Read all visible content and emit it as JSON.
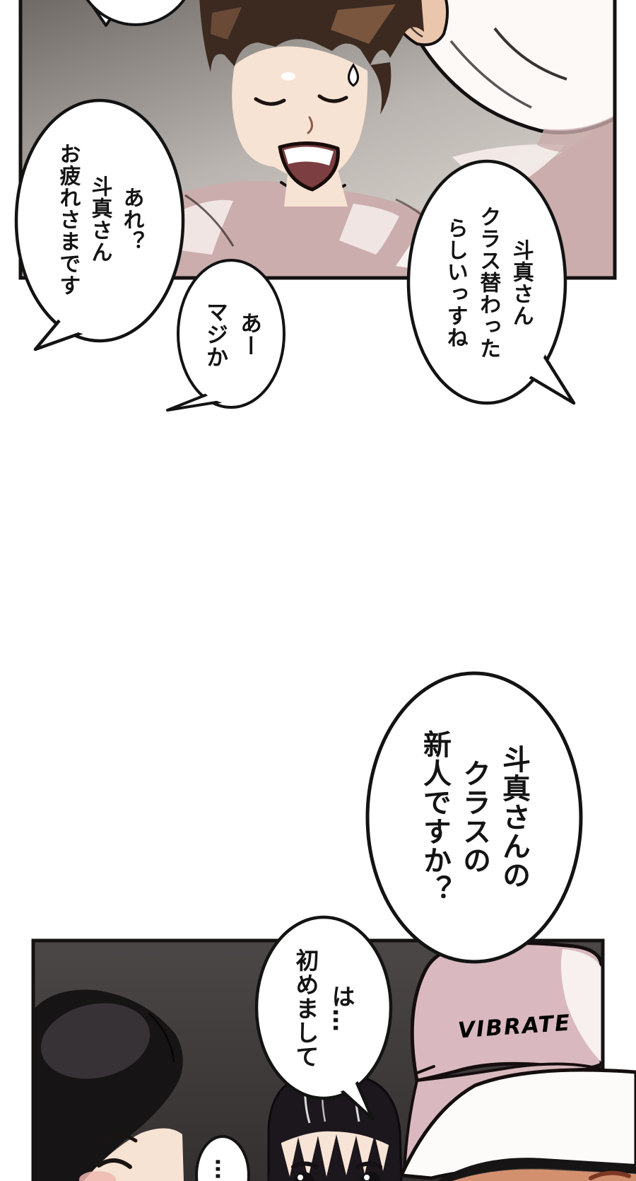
{
  "page": {
    "kind": "manga-page"
  },
  "colors": {
    "page_bg": "#ffffff",
    "outline": "#151011",
    "bubble_fill": "#ffffff",
    "bubble_stroke": "#131313",
    "text": "#141414",
    "panel1_bg_top": "#6f6a66",
    "panel1_bg_mid": "#b9b4af",
    "panel1_bg_bottom": "#dcd7d1",
    "panel2_bg_top": "#4b4746",
    "panel2_bg_bottom": "#343030",
    "skin": "#f7e3d3",
    "skin_hand": "#e9c6ac",
    "skin_tan": "#d3906f",
    "girl_skin": "#f8e4d6",
    "hair_brown": "#3c2a21",
    "hair_brown_hi": "#7d5941",
    "hair_black": "#171415",
    "hair_black_hi": "#3b353a",
    "girl_hair": "#1b171c",
    "shirt_pink": "#cbadad",
    "shirt_hi": "#f0e5e3",
    "sleeve_white": "#fcf9f7",
    "hat_pink": "#d9b9bf",
    "hat_hi": "#f7f0ef",
    "mouth": "#7c3e40",
    "blush": "#efb9b0"
  },
  "bubbles": {
    "b1": {
      "text": "あれ？\n斗真さん\nお疲れさまです"
    },
    "b2": {
      "text": "あー\nマジか"
    },
    "b3": {
      "text": "斗真さん\nクラス替わった\nらしいっすね"
    },
    "b4": {
      "text": "斗真さんの\nクラスの\n新人ですか？"
    },
    "b5": {
      "text": "は…\n初めまして"
    },
    "b6": {
      "text": "…"
    }
  },
  "hat": {
    "brand": "VIBRATE"
  }
}
